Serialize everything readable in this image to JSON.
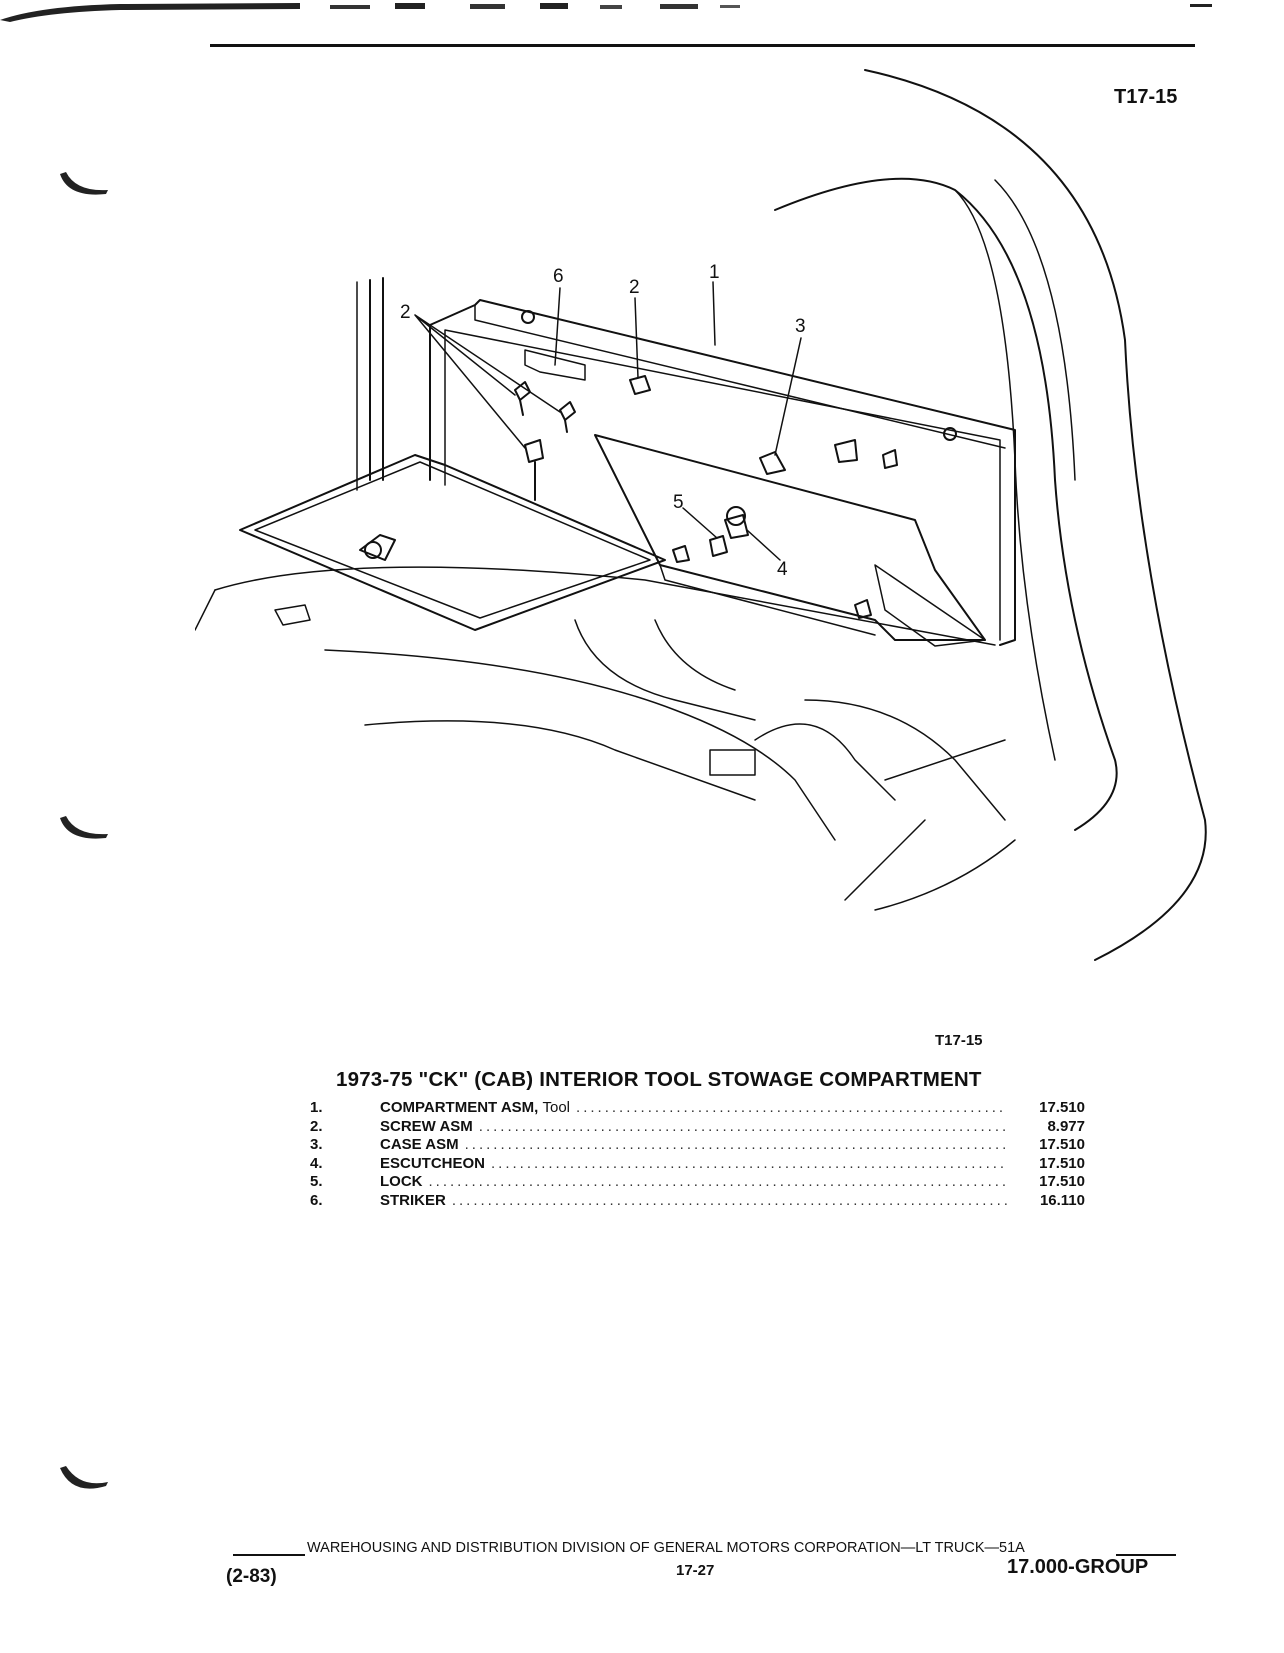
{
  "figure": {
    "code_top": "T17-15",
    "code_bottom": "T17-15",
    "callouts": [
      "6",
      "2",
      "1",
      "2",
      "3",
      "5",
      "4"
    ]
  },
  "parts": {
    "title": "1973-75 \"CK\" (CAB) INTERIOR TOOL STOWAGE COMPARTMENT",
    "items": [
      {
        "num": "1.",
        "name": "COMPARTMENT ASM,",
        "qualifier": "Tool",
        "group": "17.510"
      },
      {
        "num": "2.",
        "name": "SCREW ASM",
        "qualifier": "",
        "group": "8.977"
      },
      {
        "num": "3.",
        "name": "CASE ASM",
        "qualifier": "",
        "group": "17.510"
      },
      {
        "num": "4.",
        "name": "ESCUTCHEON",
        "qualifier": "",
        "group": "17.510"
      },
      {
        "num": "5.",
        "name": "LOCK",
        "qualifier": "",
        "group": "17.510"
      },
      {
        "num": "6.",
        "name": "STRIKER",
        "qualifier": "",
        "group": "16.110"
      }
    ]
  },
  "footer": {
    "publisher": "WAREHOUSING AND DISTRIBUTION  DIVISION OF GENERAL MOTORS CORPORATION—LT TRUCK—51A",
    "date": "(2-83)",
    "page": "17-27",
    "group": "17.000-GROUP"
  }
}
